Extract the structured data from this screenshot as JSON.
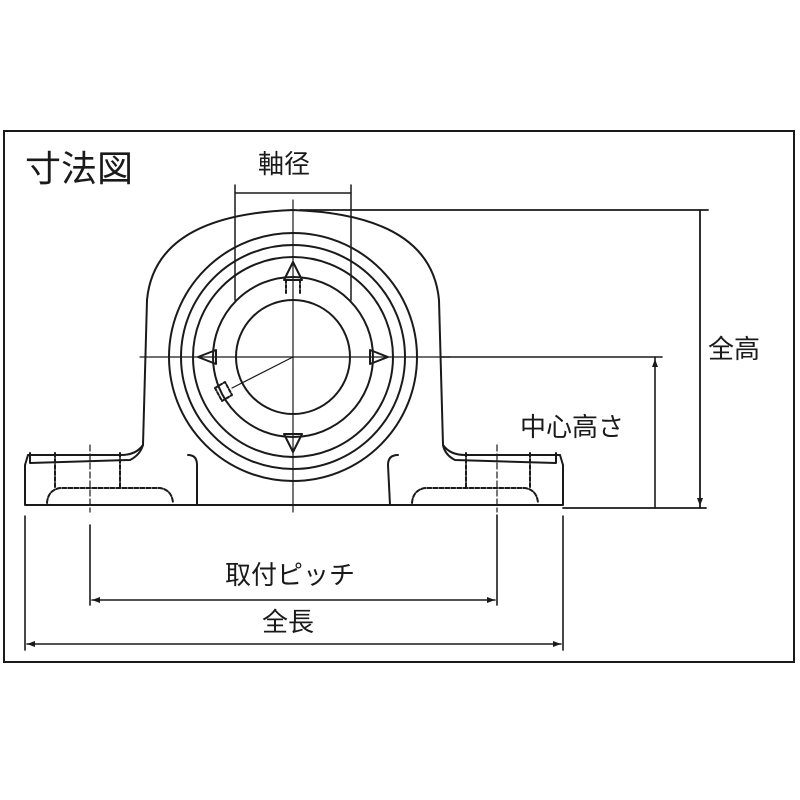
{
  "drawing": {
    "title": "寸法図",
    "dimensions": {
      "shaft_diameter": "軸径",
      "overall_height": "全高",
      "center_height": "中心高さ",
      "mounting_pitch": "取付ピッチ",
      "overall_length": "全長"
    },
    "line_color": "#1a1a1a",
    "background": "#ffffff"
  }
}
